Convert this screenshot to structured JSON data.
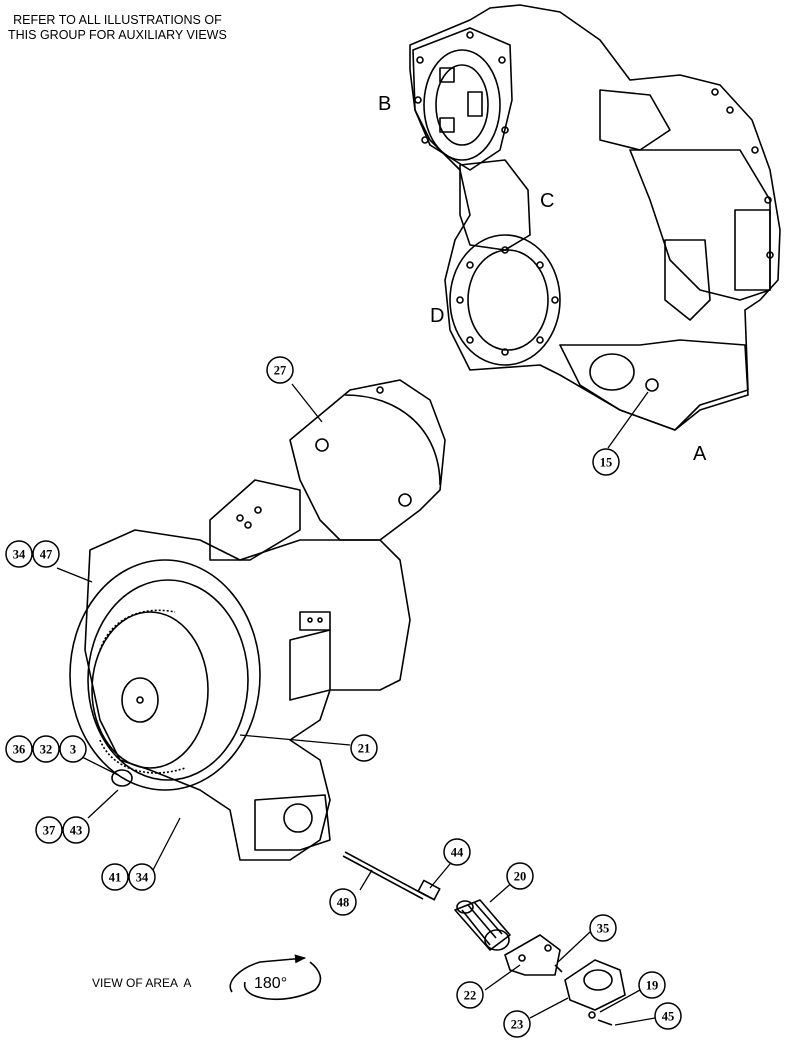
{
  "note": {
    "line1": "REFER TO ALL ILLUSTRATIONS OF",
    "line2": "THIS GROUP FOR AUXILIARY VIEWS"
  },
  "area_labels": {
    "a": "A",
    "b": "B",
    "c": "C",
    "d": "D"
  },
  "callouts": {
    "c27": "27",
    "c15": "15",
    "c34_top": "34",
    "c47": "47",
    "c36": "36",
    "c32": "32",
    "c3": "3",
    "c21": "21",
    "c37": "37",
    "c43": "43",
    "c41": "41",
    "c34_bottom": "34",
    "c44": "44",
    "c20": "20",
    "c48": "48",
    "c35": "35",
    "c22": "22",
    "c19": "19",
    "c23": "23",
    "c45": "45"
  },
  "view_caption": "VIEW OF AREA  A",
  "rotation_label": "180°"
}
